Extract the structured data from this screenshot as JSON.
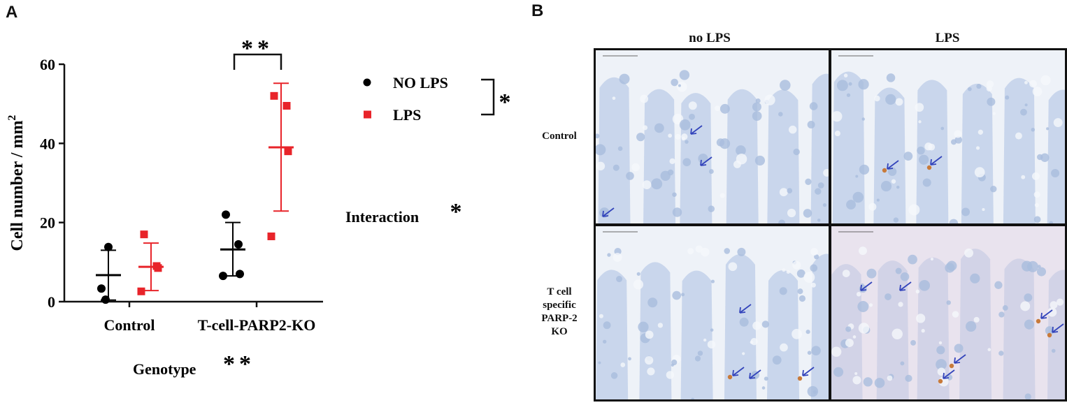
{
  "panel_labels": {
    "a": "A",
    "b": "B"
  },
  "chart_data": {
    "type": "scatter",
    "ylabel": "Cell number / mm",
    "ylabel_superscript": "2",
    "ylim": [
      0,
      60
    ],
    "yticks": [
      0,
      20,
      40,
      60
    ],
    "categories": [
      "Control",
      "T-cell-PARP2-KO"
    ],
    "series": [
      {
        "name": "NO LPS",
        "color": "#000000",
        "marker": "circle",
        "groups": [
          {
            "category": "Control",
            "points": [
              13.8,
              3.3,
              0.5
            ],
            "mean": 6.7,
            "sd_low": 0.4,
            "sd_high": 13.0
          },
          {
            "category": "T-cell-PARP2-KO",
            "points": [
              22.0,
              14.5,
              7.0,
              6.5
            ],
            "mean": 13.2,
            "sd_low": 6.5,
            "sd_high": 20.0
          }
        ]
      },
      {
        "name": "LPS",
        "color": "#e8242a",
        "marker": "square",
        "groups": [
          {
            "category": "Control",
            "points": [
              17.0,
              9.0,
              8.5,
              2.6
            ],
            "mean": 8.8,
            "sd_low": 2.8,
            "sd_high": 14.8
          },
          {
            "category": "T-cell-PARP2-KO",
            "points": [
              52.0,
              49.5,
              38.0,
              16.5
            ],
            "mean": 39.0,
            "sd_low": 22.9,
            "sd_high": 55.2
          }
        ]
      }
    ],
    "legend": {
      "position": "right",
      "bracket_mark": "*"
    },
    "annotations": {
      "bracket_mark": "**",
      "interaction_label": "Interaction",
      "interaction_mark": "*",
      "genotype_label": "Genotype",
      "genotype_mark": "**"
    }
  },
  "micrographs": {
    "columns": [
      "no LPS",
      "LPS"
    ],
    "rows": [
      {
        "lines": [
          "Control"
        ]
      },
      {
        "lines": [
          "T cell",
          "specific",
          "PARP-2",
          "KO"
        ]
      }
    ],
    "arrow_color": "#3344bb",
    "tissue_color": "#c4d3ea",
    "stain_color": "#c87a3a"
  }
}
